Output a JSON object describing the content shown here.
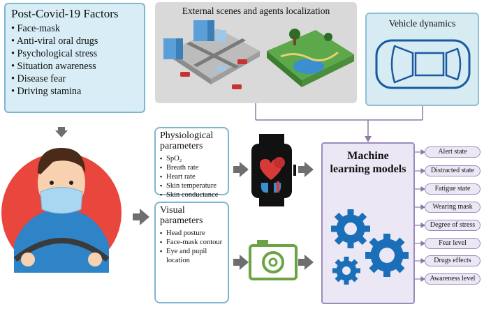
{
  "factors": {
    "title": "Post-Covid-19 Factors",
    "items": [
      "Face-mask",
      "Anti-viral oral drugs",
      "Psychological stress",
      "Situation awareness",
      "Disease fear",
      "Driving stamina"
    ]
  },
  "scenes": {
    "title": "External scenes and agents localization"
  },
  "vehicle": {
    "title": "Vehicle dynamics"
  },
  "physiological": {
    "title_line1": "Physiological",
    "title_line2": "parameters",
    "items": [
      "SpO₂",
      "Breath rate",
      "Heart rate",
      "Skin temperature",
      "Skin conductance"
    ]
  },
  "visual": {
    "title_line1": "Visual",
    "title_line2": "parameters",
    "items": [
      "Head posture",
      "Face-mask contour",
      "Eye and pupil location"
    ]
  },
  "ml": {
    "title_line1": "Machine",
    "title_line2": "learning models"
  },
  "outputs": [
    "Alert state",
    "Distracted state",
    "Fatigue state",
    "Wearing mask",
    "Degree of stress",
    "Fear level",
    "Drugs effects",
    "Awareness level"
  ],
  "colors": {
    "accent_blue": "#1a6fb8",
    "box_fill": "#d8edf5",
    "purple_fill": "#ece7f4",
    "arrow_gray": "#6e6e6e"
  }
}
